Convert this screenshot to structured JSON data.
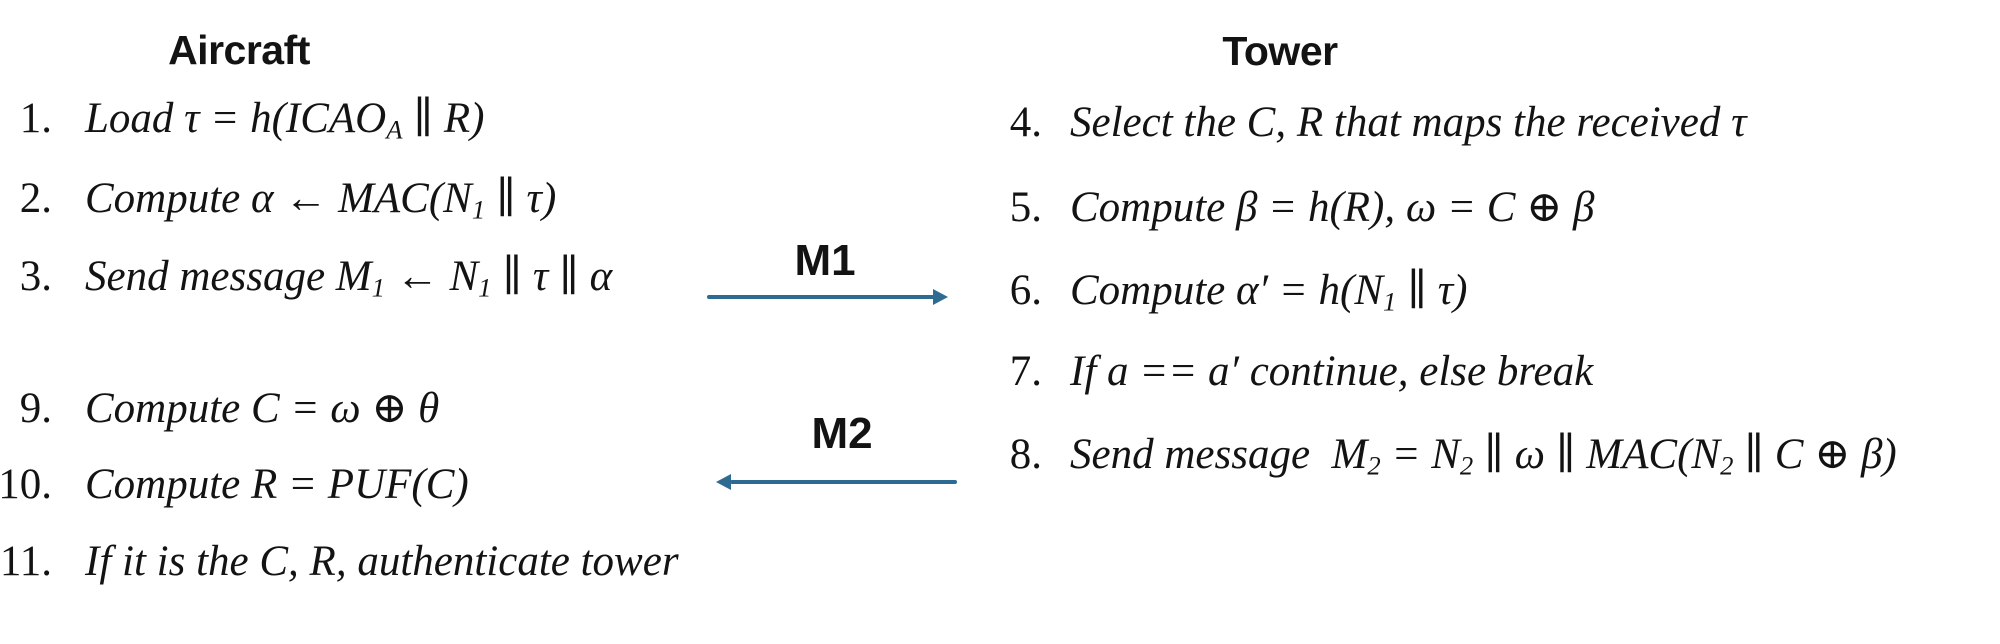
{
  "columns": {
    "aircraft": {
      "title": "Aircraft",
      "steps": [
        {
          "num": "1.",
          "text": "Load τ = h(ICAO_{A} ∥ R)"
        },
        {
          "num": "2.",
          "text": "Compute α ← MAC(N_{1} ∥ τ)"
        },
        {
          "num": "3.",
          "text": "Send message M_{1} ← N_{1} ∥ τ ∥ α"
        },
        {
          "num": "9.",
          "text": "Compute C = ω ⊕ θ"
        },
        {
          "num": "10.",
          "text": "Compute R = PUF(C)"
        },
        {
          "num": "11.",
          "text": "If it is the C, R, authenticate tower"
        }
      ]
    },
    "tower": {
      "title": "Tower",
      "steps": [
        {
          "num": "4.",
          "text": "Select the C, R that maps the received τ"
        },
        {
          "num": "5.",
          "text": "Compute β = h(R), ω = C ⊕ β"
        },
        {
          "num": "6.",
          "text": "Compute α′ = h(N_{1} ∥ τ)"
        },
        {
          "num": "7.",
          "text": "If a == a′ continue, else break"
        },
        {
          "num": "8.",
          "text": "Send message  M_{2} = N_{2} ∥ ω ∥ MAC(N_{2} ∥ C ⊕ β)"
        }
      ]
    }
  },
  "messages": [
    {
      "label": "M1",
      "direction": "right"
    },
    {
      "label": "M2",
      "direction": "left"
    }
  ],
  "colors": {
    "arrow": "#2e6b92",
    "text": "#131313",
    "background": "#ffffff"
  }
}
